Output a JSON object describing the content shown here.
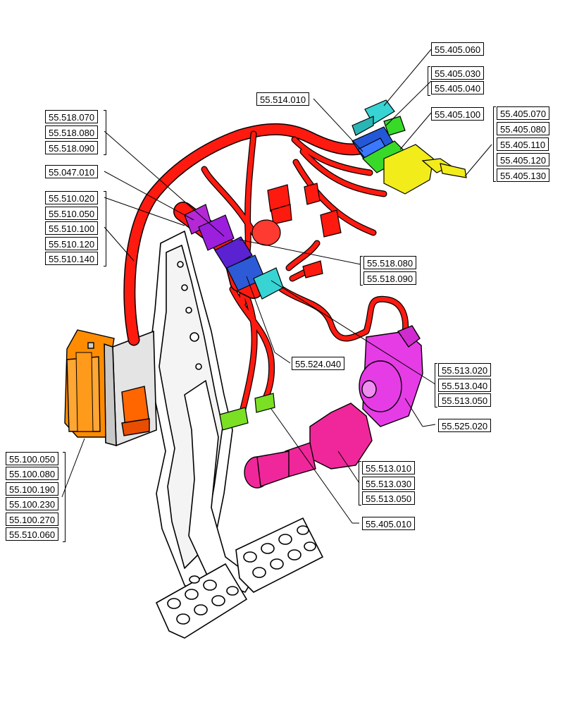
{
  "colors": {
    "harness": "#ff1a10",
    "pedal": "#ffffff",
    "ecu": "#ff8c00",
    "relay": "#ff6600",
    "magenta_sensor": "#e63ce6",
    "pink_actuator": "#f0279a",
    "cyan": "#38d4d4",
    "blue": "#2457d8",
    "green": "#39d92a",
    "yellow": "#f2ec1a",
    "purple_dark": "#5a22d0",
    "purple": "#b428d6",
    "lime": "#7be024"
  },
  "callouts": [
    {
      "id": "g1",
      "labels": [
        "55.405.060"
      ]
    },
    {
      "id": "g2",
      "labels": [
        "55.405.030",
        "55.405.040"
      ]
    },
    {
      "id": "g3",
      "labels": [
        "55.514.010"
      ]
    },
    {
      "id": "g4",
      "labels": [
        "55.405.100"
      ]
    },
    {
      "id": "g5",
      "labels": [
        "55.405.070",
        "55.405.080",
        "55.405.110",
        "55.405.120",
        "55.405.130"
      ]
    },
    {
      "id": "g6",
      "labels": [
        "55.518.070",
        "55.518.080",
        "55.518.090"
      ]
    },
    {
      "id": "g7",
      "labels": [
        "55.047.010"
      ]
    },
    {
      "id": "g8",
      "labels": [
        "55.510.020",
        "55.510.050",
        "55.510.100",
        "55.510.120",
        "55.510.140"
      ]
    },
    {
      "id": "g9",
      "labels": [
        "55.518.080",
        "55.518.090"
      ]
    },
    {
      "id": "g10",
      "labels": [
        "55.524.040"
      ]
    },
    {
      "id": "g11",
      "labels": [
        "55.513.020",
        "55.513.040",
        "55.513.050"
      ]
    },
    {
      "id": "g12",
      "labels": [
        "55.525.020"
      ]
    },
    {
      "id": "g13",
      "labels": [
        "55.513.010",
        "55.513.030",
        "55.513.050"
      ]
    },
    {
      "id": "g14",
      "labels": [
        "55.100.050",
        "55.100.080",
        "55.100.190",
        "55.100.230",
        "55.100.270",
        "55.510.060"
      ]
    },
    {
      "id": "g15",
      "labels": [
        "55.405.010"
      ]
    }
  ]
}
